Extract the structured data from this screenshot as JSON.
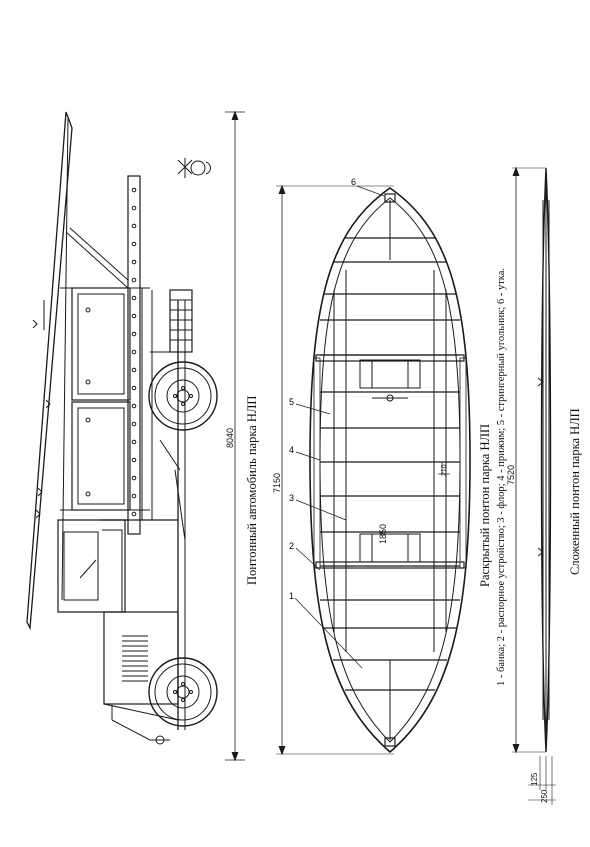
{
  "captions": {
    "truck": "Понтонный автомобиль парка НЛП",
    "open_pontoon": "Раскрытый понтон парка НЛП",
    "legend": "1 - банка; 2 - распорное устройство; 3 - флор; 4 - прижим; 5 - стрингерный угольник; 6 - утка.",
    "folded_pontoon": "Сложенный понтон парка НЛП"
  },
  "dimensions": {
    "truck_length": "8040",
    "pontoon_length": "7150",
    "pontoon_width": "1850",
    "frame_spacing": "210",
    "folded_length": "7520",
    "folded_w1": "125",
    "folded_w2": "250"
  },
  "callouts": [
    "1",
    "2",
    "3",
    "4",
    "5",
    "6"
  ]
}
